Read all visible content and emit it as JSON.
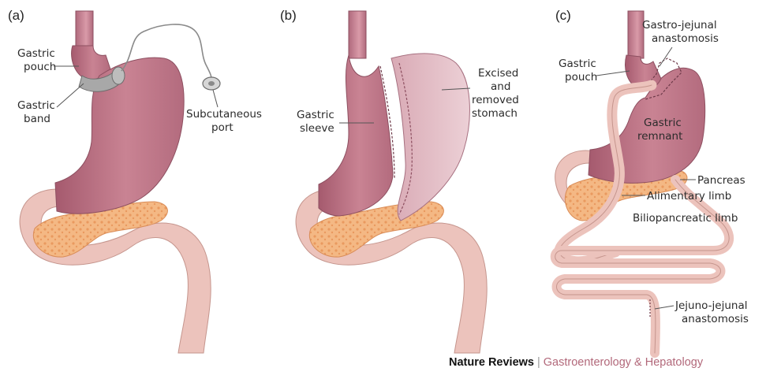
{
  "panels": [
    {
      "letter": "(a)",
      "labels": {
        "pouch_1": "Gastric",
        "pouch_2": "pouch",
        "band_1": "Gastric",
        "band_2": "band",
        "port_1": "Subcutaneous",
        "port_2": "port"
      }
    },
    {
      "letter": "(b)",
      "labels": {
        "excised_1": "Excised",
        "excised_2": "and",
        "excised_3": "removed",
        "excised_4": "stomach",
        "sleeve_1": "Gastric",
        "sleeve_2": "sleeve"
      }
    },
    {
      "letter": "(c)",
      "labels": {
        "gj_1": "Gastro-jejunal",
        "gj_2": "anastomosis",
        "pouch_1": "Gastric",
        "pouch_2": "pouch",
        "remnant_1": "Gastric",
        "remnant_2": "remnant",
        "pancreas": "Pancreas",
        "alimentary": "Alimentary limb",
        "biliopancreatic": "Biliopancreatic limb",
        "jj_1": "Jejuno-jejunal",
        "jj_2": "anastomosis"
      }
    }
  ],
  "footer": {
    "brand": "Nature Reviews",
    "separator": "|",
    "journal": "Gastroenterology & Hepatology"
  },
  "colors": {
    "stomach": "#c98393",
    "stomach_light": "#e3bcc4",
    "intestine": "#ecc3bc",
    "pancreas": "#f3b27e",
    "band": "#a8a8a8"
  }
}
